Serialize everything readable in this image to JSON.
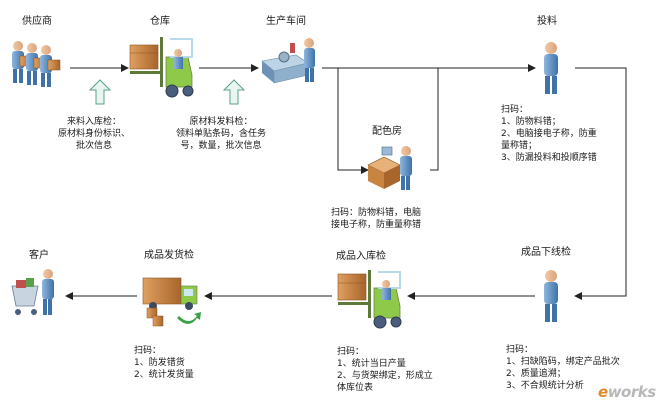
{
  "nodes": {
    "supplier": "供应商",
    "warehouse": "仓库",
    "production": "生产车间",
    "feeding": "投料",
    "color_room": "配色房",
    "finished_offline": "成品下线检",
    "finished_inbound": "成品入库检",
    "finished_shipping": "成品发货检",
    "customer": "客户"
  },
  "notes": {
    "incoming": "来料入库检：\n原材料身份标识、\n批次信息",
    "raw_issue": "原材料发料检：\n领料单贴条码，含任务\n号，数量，批次信息",
    "feeding": "扫码：\n1、防物料错；\n2、电脑接电子称，防重\n    量称错；\n3、防漏投料和投顺序错",
    "color_room": "扫码：防物料错，电脑\n接电子称，防重量称错",
    "offline": "扫码：\n1、扫缺陷码，绑定产品批次\n2、质量追溯；\n3、不合规统计分析",
    "inbound": "扫码：\n1、统计当日产量\n2、与货架绑定，形成立\n    体库位表",
    "shipping": "扫码：\n1、防发错货\n2、统计发货量"
  },
  "watermark": {
    "a": "e",
    "b": "works"
  },
  "colors": {
    "line": "#222222",
    "up_arrow_fill": "#e9f6f0",
    "up_arrow_stroke": "#5aa08a",
    "person_blue": "#5b8fc4",
    "box_brown": "#c8853f",
    "forklift_green": "#8fc94a"
  }
}
